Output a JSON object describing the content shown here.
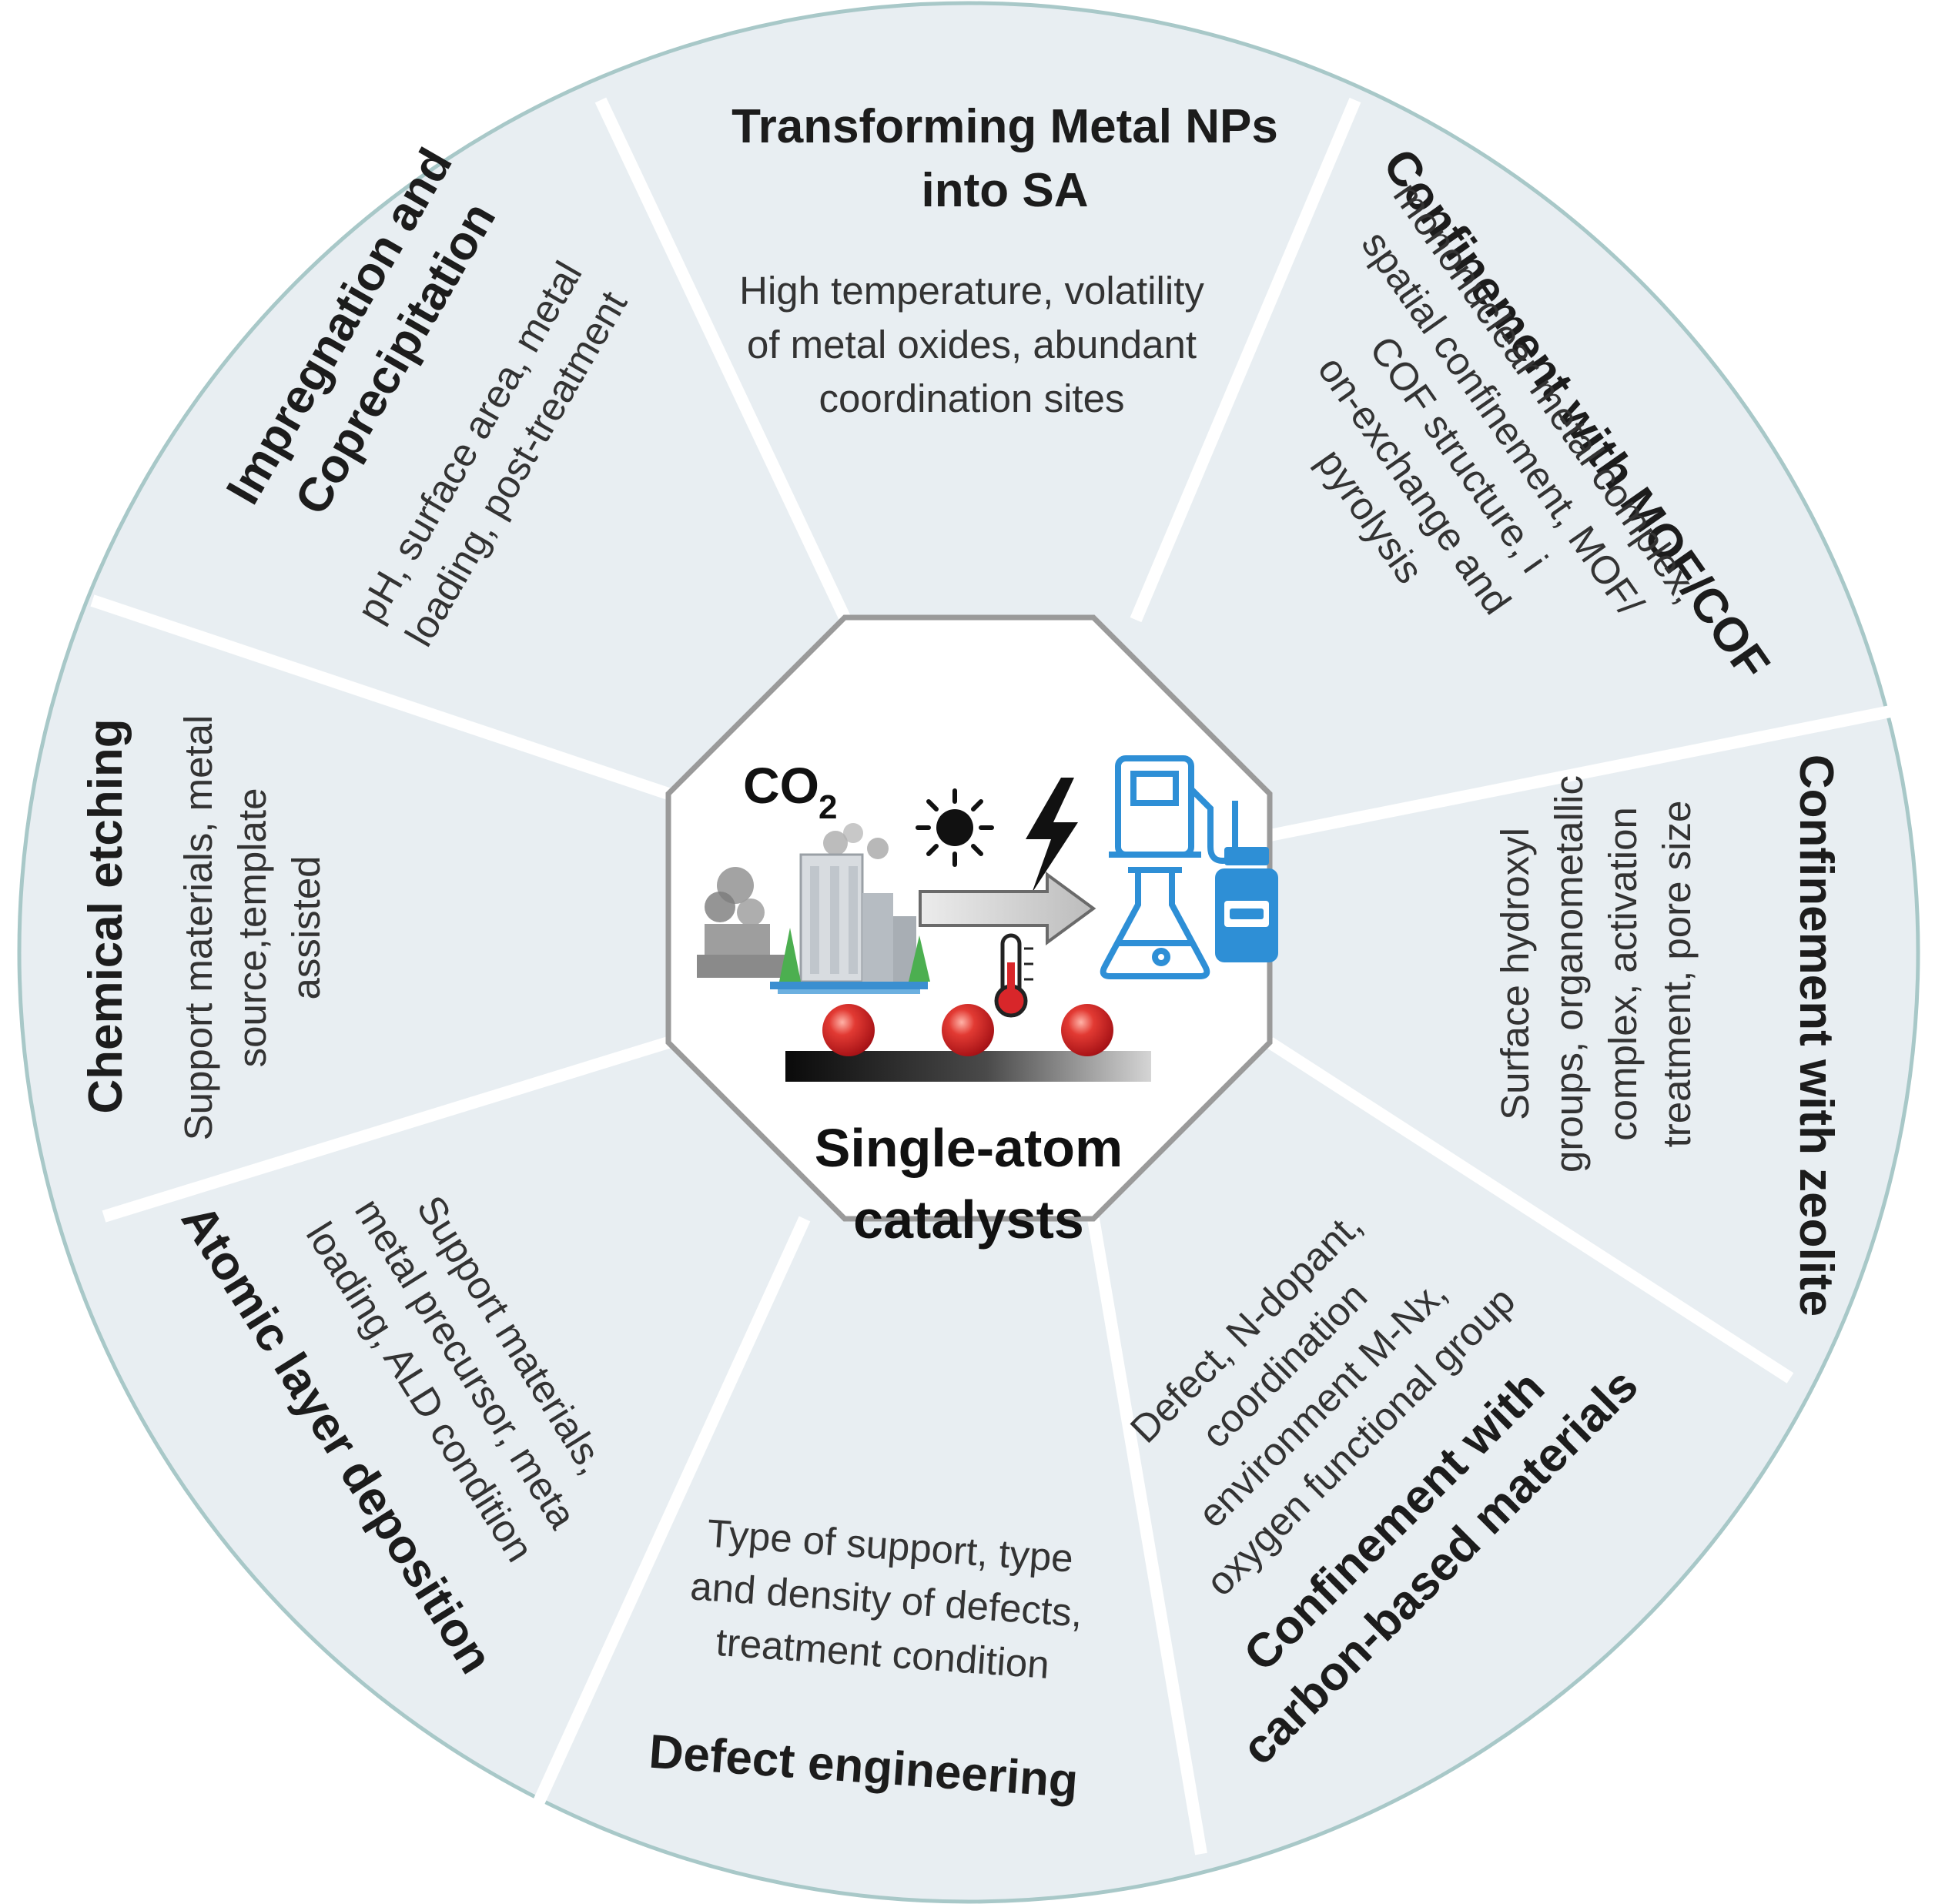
{
  "center": {
    "label_line1": "Single-atom",
    "label_line2": "catalysts",
    "co2_text": "CO",
    "co2_subscript": "2"
  },
  "icons": [
    "factory-icon",
    "sun-icon",
    "lightning-icon",
    "thermometer-icon",
    "arrow-icon",
    "fuel-pump-icon",
    "flask-icon",
    "bottle-icon",
    "atom-sphere-icon"
  ],
  "colors": {
    "segment_fill": "#e8eef2",
    "segment_border": "#a8c8c8",
    "divider": "#ffffff",
    "icon_blue": "#2e8fd6",
    "atom_red": "#d8262a"
  },
  "segments": [
    {
      "id": "transforming-np",
      "title": [
        "Transforming Metal NPs",
        "into SA"
      ],
      "desc": [
        "High temperature, volatility",
        "of metal oxides, abundant",
        "coordination sites"
      ]
    },
    {
      "id": "mof-cof",
      "title": [
        "Confinement with MOF/COF"
      ],
      "desc": [
        "mononuclear metal complex,",
        "spatial confinement, MOF/",
        "COF structure, i",
        "on-exchange and",
        "pyrolysis"
      ]
    },
    {
      "id": "zeolite",
      "title": [
        "Confinement with zeolite"
      ],
      "desc": [
        "Surface hydroxyl",
        "groups, organometallic",
        "complex, activation",
        "treatment, pore size"
      ]
    },
    {
      "id": "carbon",
      "title": [
        "Confinement with",
        "carbon-based materials"
      ],
      "desc": [
        "Defect, N-dopant,",
        "coordination",
        "environment M-Nx,",
        "oxygen functional group"
      ]
    },
    {
      "id": "defect",
      "title": [
        "Defect engineering"
      ],
      "desc": [
        "Type of support, type",
        "and density of defects,",
        "treatment condition"
      ]
    },
    {
      "id": "ald",
      "title": [
        "Atomic layer deposition"
      ],
      "desc": [
        "Support materials,",
        "metal precursor, meta",
        "loading, ALD condition"
      ]
    },
    {
      "id": "etching",
      "title": [
        "Chemical etching"
      ],
      "desc": [
        "Support  materials, metal",
        "source,template",
        "assisted"
      ]
    },
    {
      "id": "impregnation",
      "title": [
        "Impregnation and",
        "Coprecipitation"
      ],
      "desc": [
        "pH, surface area, metal",
        "loading, post-treatment"
      ]
    }
  ]
}
